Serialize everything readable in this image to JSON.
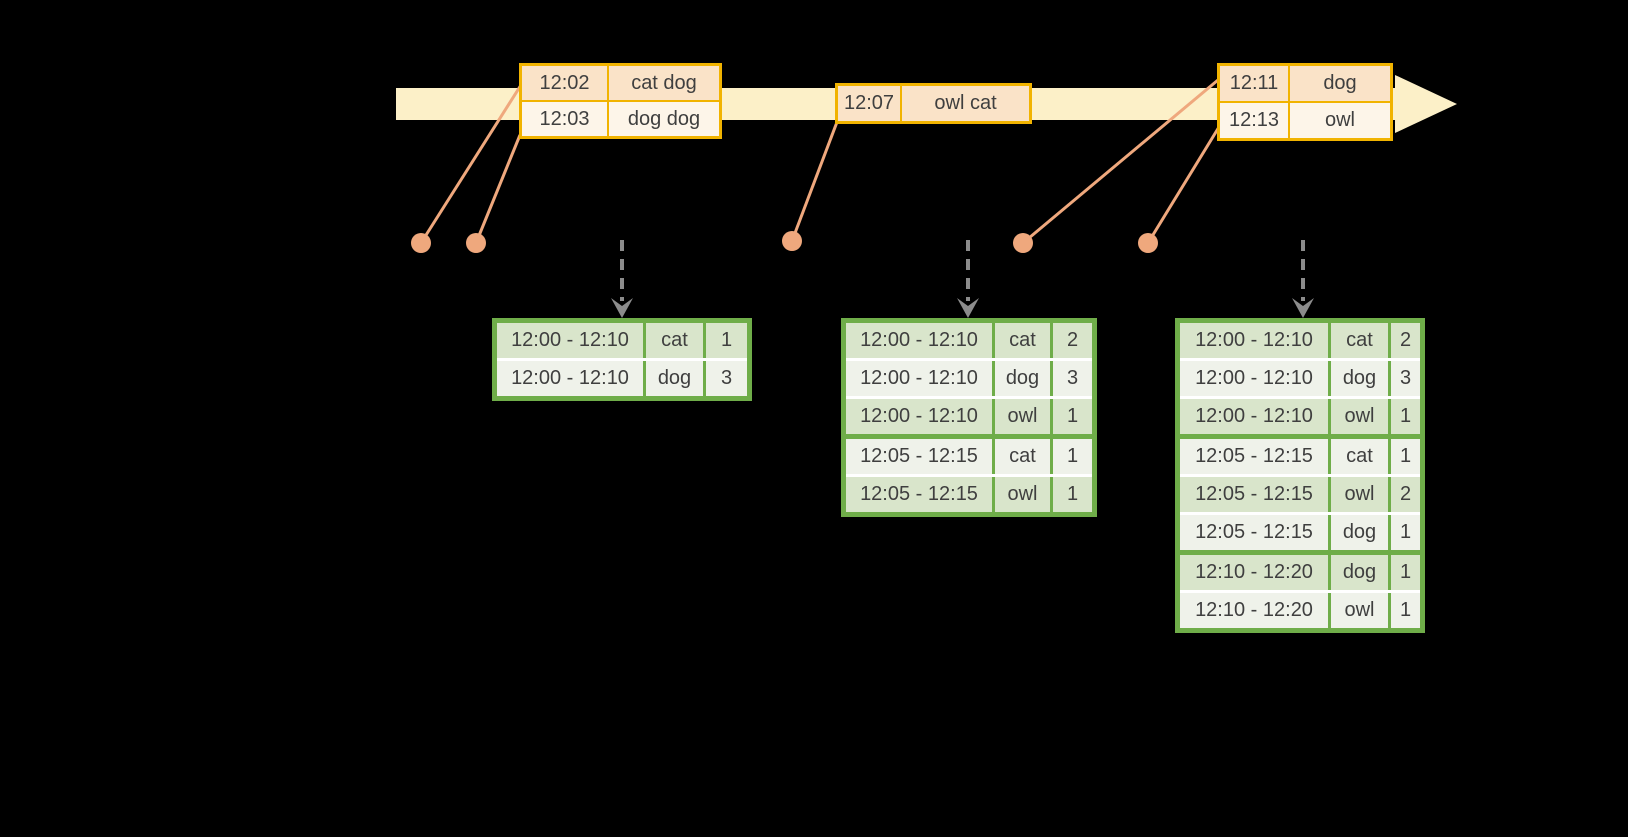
{
  "event_tables": [
    {
      "rows": [
        {
          "time": "12:02",
          "words": "cat dog"
        },
        {
          "time": "12:03",
          "words": "dog dog"
        }
      ]
    },
    {
      "rows": [
        {
          "time": "12:07",
          "words": "owl cat"
        }
      ]
    },
    {
      "rows": [
        {
          "time": "12:11",
          "words": "dog"
        },
        {
          "time": "12:13",
          "words": "owl"
        }
      ]
    }
  ],
  "result_tables": [
    {
      "groups": [
        {
          "rows": [
            {
              "window": "12:00 - 12:10",
              "word": "cat",
              "count": "1"
            },
            {
              "window": "12:00 - 12:10",
              "word": "dog",
              "count": "3"
            }
          ]
        }
      ]
    },
    {
      "groups": [
        {
          "rows": [
            {
              "window": "12:00 - 12:10",
              "word": "cat",
              "count": "2"
            },
            {
              "window": "12:00 - 12:10",
              "word": "dog",
              "count": "3"
            },
            {
              "window": "12:00 - 12:10",
              "word": "owl",
              "count": "1"
            }
          ]
        },
        {
          "rows": [
            {
              "window": "12:05 - 12:15",
              "word": "cat",
              "count": "1"
            },
            {
              "window": "12:05 - 12:15",
              "word": "owl",
              "count": "1"
            }
          ]
        }
      ]
    },
    {
      "groups": [
        {
          "rows": [
            {
              "window": "12:00 - 12:10",
              "word": "cat",
              "count": "2"
            },
            {
              "window": "12:00 - 12:10",
              "word": "dog",
              "count": "3"
            },
            {
              "window": "12:00 - 12:10",
              "word": "owl",
              "count": "1"
            }
          ]
        },
        {
          "rows": [
            {
              "window": "12:05 - 12:15",
              "word": "cat",
              "count": "1"
            },
            {
              "window": "12:05 - 12:15",
              "word": "owl",
              "count": "2"
            },
            {
              "window": "12:05 - 12:15",
              "word": "dog",
              "count": "1"
            }
          ]
        },
        {
          "rows": [
            {
              "window": "12:10 - 12:20",
              "word": "dog",
              "count": "1"
            },
            {
              "window": "12:10 - 12:20",
              "word": "owl",
              "count": "1"
            }
          ]
        }
      ]
    }
  ],
  "colors": {
    "background": "#000000",
    "timeline_band": "#FCF0C8",
    "event_table_border": "#F1B300",
    "event_row_dark": "#FAE3C8",
    "event_row_light": "#FDF5E9",
    "dot_and_line": "#EFA87D",
    "trigger_arrow": "#8C8C8C",
    "result_table_border": "#6FAD49",
    "result_row_dark": "#D9E5CB",
    "result_row_light": "#EFF2EA",
    "text": "#3F3F3F"
  }
}
